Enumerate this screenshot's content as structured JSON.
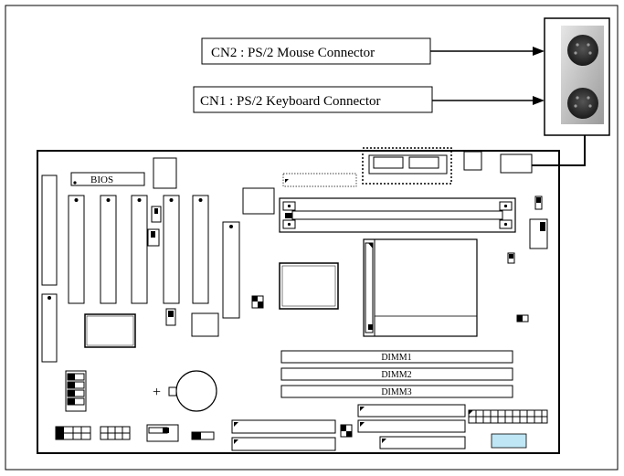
{
  "callouts": {
    "mouse": "CN2 : PS/2 Mouse Connector",
    "keyboard": "CN1 : PS/2 Keyboard Connector"
  },
  "board": {
    "bios_label": "BIOS",
    "dimm_slots": [
      "DIMM1",
      "DIMM2",
      "DIMM3"
    ]
  },
  "colors": {
    "line": "#000000",
    "connector_highlight": "#bfe6f5",
    "photo_dark": "#3a3a3a",
    "photo_light": "#c8c8c8"
  }
}
